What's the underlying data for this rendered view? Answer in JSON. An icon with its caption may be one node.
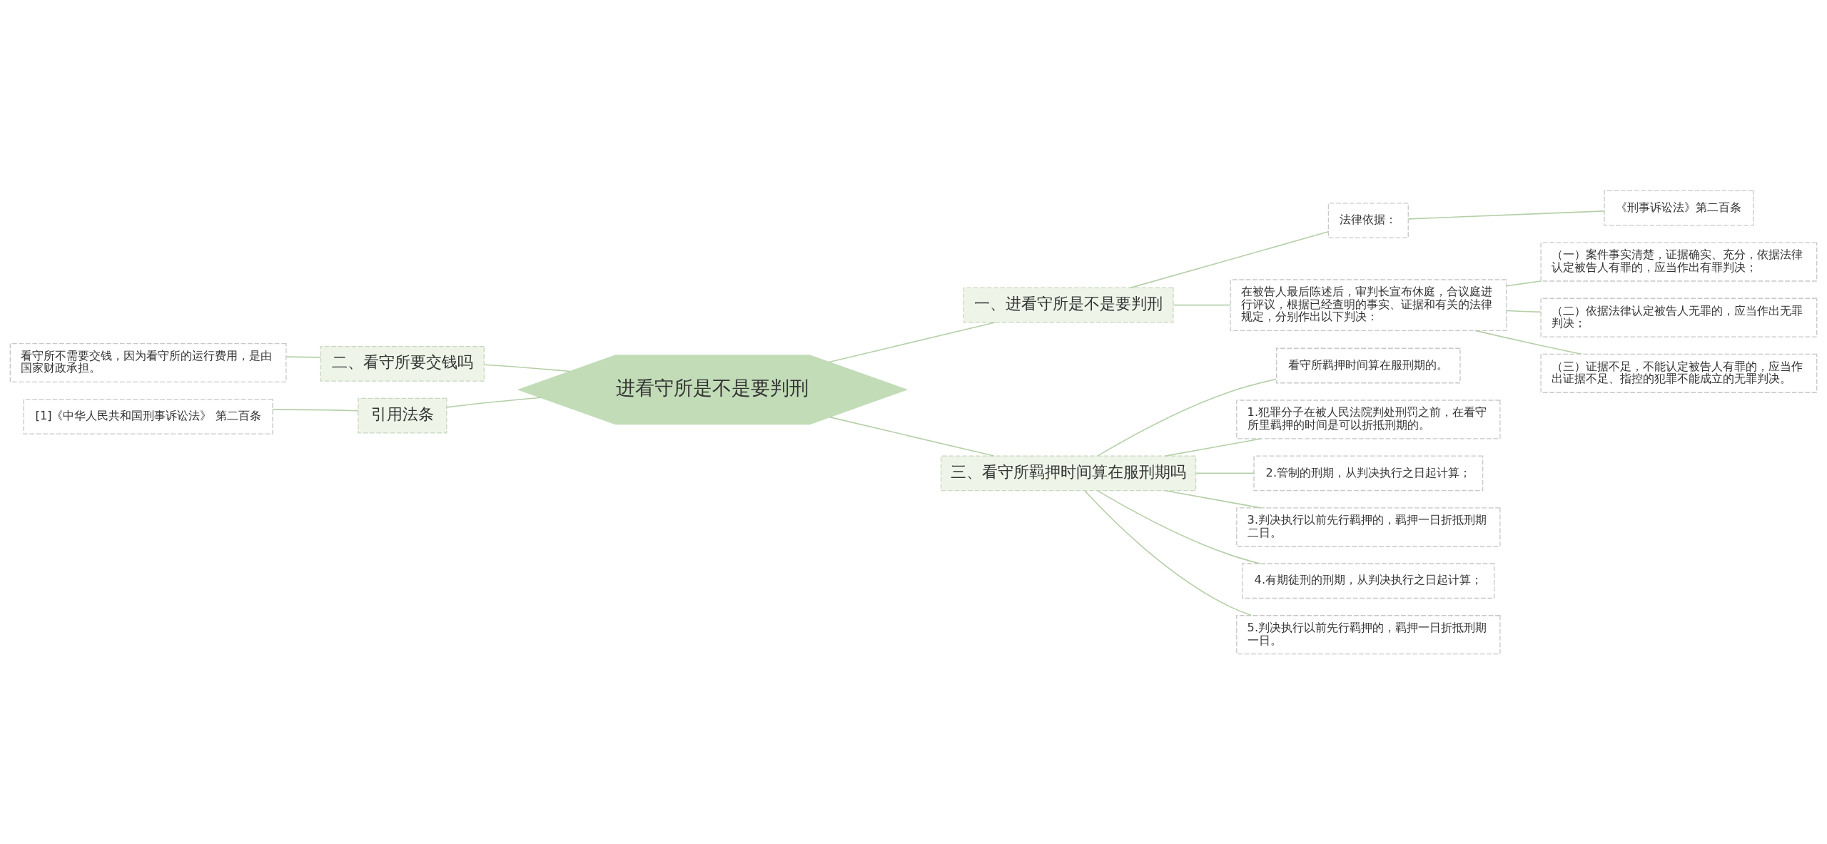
{
  "diagram": {
    "nodes": [
      {
        "text": [
          "进看守所是不是要判刑"
        ]
      },
      {
        "text": [
          "一、进看守所是不是要判刑"
        ]
      },
      {
        "text": [
          "法律依据："
        ]
      },
      {
        "text": [
          "《刑事诉讼法》第二百条"
        ]
      },
      {
        "text": [
          "在被告人最后陈述后，审判长宣布休庭，合议庭进行评议，根据已经查明的事实、证据和有关的法律规定，分别作出以下判决："
        ]
      },
      {
        "text": [
          "（一）案件事实清楚，证据确实、充分，依据法律认定被告人有罪的，应当作出有罪判决；"
        ]
      },
      {
        "text": [
          "（二）依据法律认定被告人无罪的，应当作出无罪判决；"
        ]
      },
      {
        "text": [
          "（三）证据不足，不能认定被告人有罪的，应当作出证据不足、指控的犯罪不能成立的无罪判决。"
        ]
      },
      {
        "text": [
          "三、看守所羁押时间算在服刑期吗"
        ]
      },
      {
        "text": [
          "看守所羁押时间算在服刑期的。"
        ]
      },
      {
        "text": [
          "1.犯罪分子在被人民法院判处刑罚之前，在看守所里羁押的时间是可以折抵刑期的。"
        ]
      },
      {
        "text": [
          "2.管制的刑期，从判决执行之日起计算；"
        ]
      },
      {
        "text": [
          "3.判决执行以前先行羁押的，羁押一日折抵刑期二日。"
        ]
      },
      {
        "text": [
          "4.有期徒刑的刑期，从判决执行之日起计算；"
        ]
      },
      {
        "text": [
          "5.判决执行以前先行羁押的，羁押一日折抵刑期一日。"
        ]
      },
      {
        "text": [
          "二、看守所要交钱吗"
        ]
      },
      {
        "text": [
          "看守所不需要交钱，因为看守所的运行费用，是由国家财政承担。"
        ]
      },
      {
        "text": [
          "引用法条"
        ]
      },
      {
        "text": [
          "[1]《中华人民共和国刑事诉讼法》 第二百条"
        ]
      }
    ],
    "edges": [
      {
        "from": 0,
        "to": 1,
        "arrow": "none"
      },
      {
        "from": 1,
        "to": 2,
        "arrow": "none"
      },
      {
        "from": 2,
        "to": 3,
        "arrow": "none"
      },
      {
        "from": 1,
        "to": 4,
        "arrow": "none"
      },
      {
        "from": 4,
        "to": 5,
        "arrow": "none"
      },
      {
        "from": 4,
        "to": 6,
        "arrow": "none"
      },
      {
        "from": 4,
        "to": 7,
        "arrow": "none"
      },
      {
        "from": 0,
        "to": 8,
        "arrow": "none"
      },
      {
        "from": 8,
        "to": 9,
        "arrow": "none"
      },
      {
        "from": 8,
        "to": 10,
        "arrow": "none"
      },
      {
        "from": 8,
        "to": 11,
        "arrow": "none"
      },
      {
        "from": 8,
        "to": 12,
        "arrow": "none"
      },
      {
        "from": 8,
        "to": 13,
        "arrow": "none"
      },
      {
        "from": 8,
        "to": 14,
        "arrow": "none"
      },
      {
        "from": 0,
        "to": 15,
        "arrow": "none"
      },
      {
        "from": 15,
        "to": 16,
        "arrow": "none"
      },
      {
        "from": 0,
        "to": 17,
        "arrow": "none"
      },
      {
        "from": 17,
        "to": 18,
        "arrow": "none"
      }
    ]
  }
}
